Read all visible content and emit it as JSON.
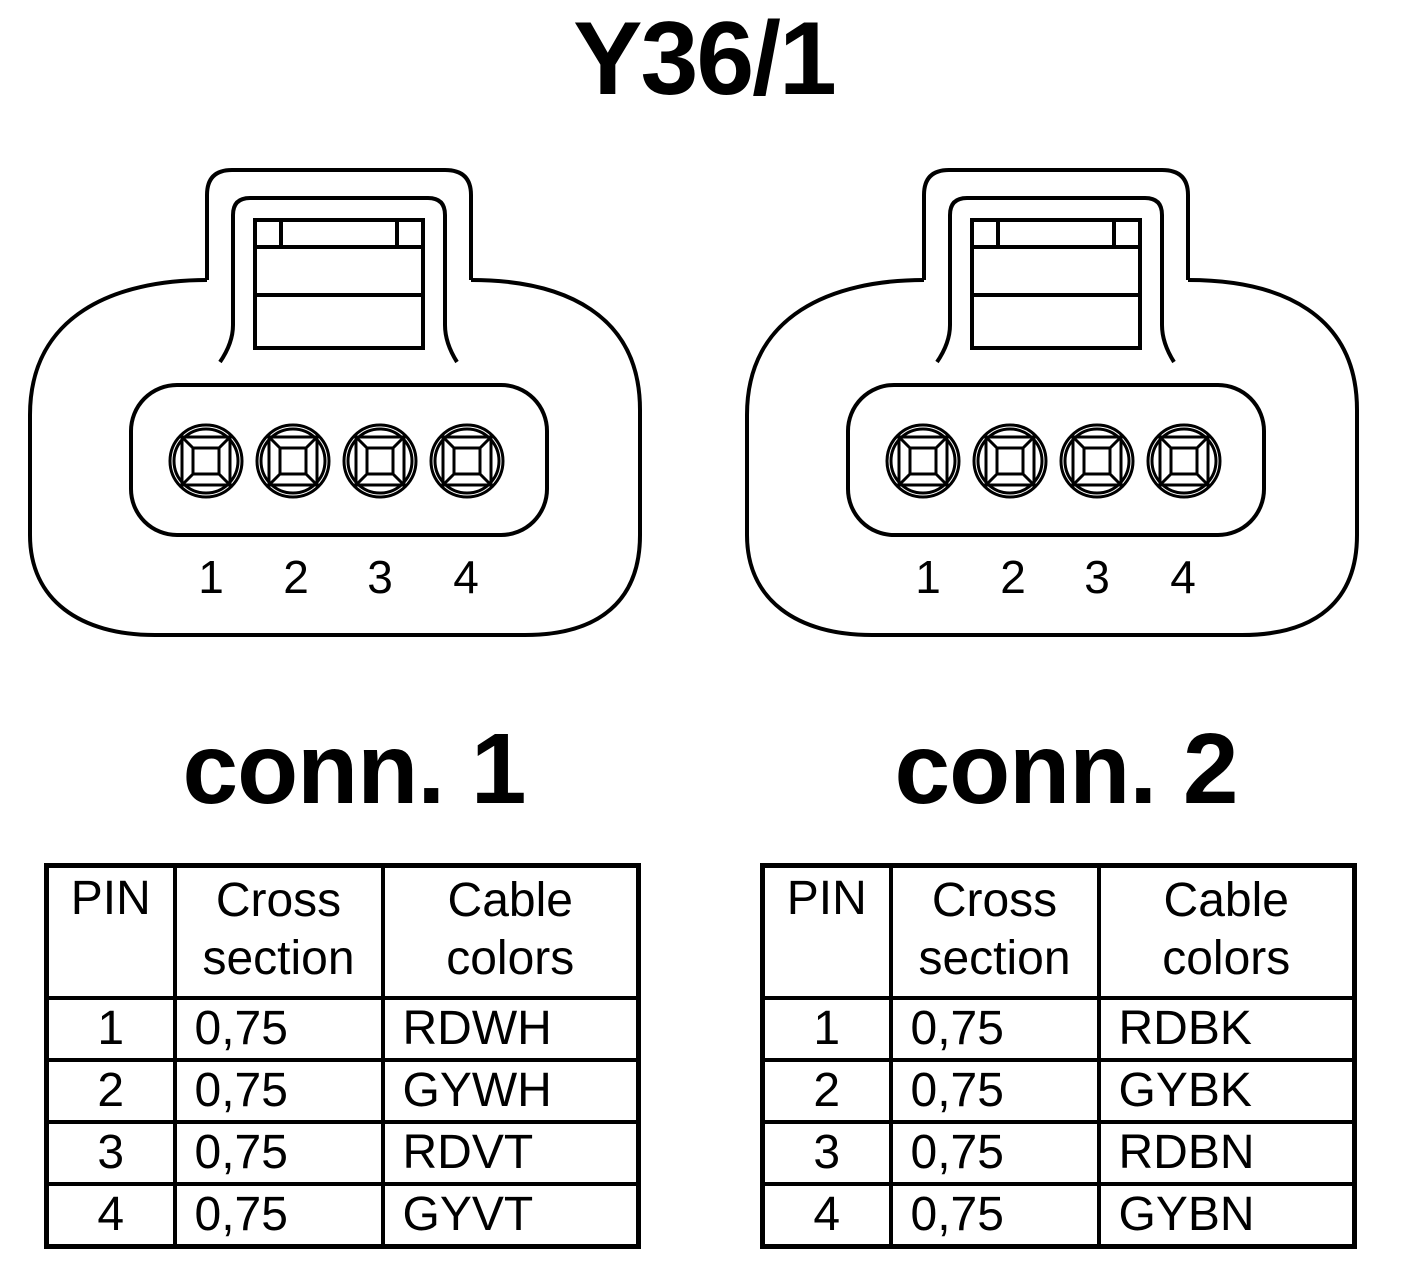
{
  "title": "Y36/1",
  "connectors": [
    {
      "label": "conn. 1",
      "pin_numbers": [
        "1",
        "2",
        "3",
        "4"
      ],
      "table": {
        "headers": {
          "pin": "PIN",
          "cross_section": [
            "Cross",
            "section"
          ],
          "cable_colors": [
            "Cable",
            "colors"
          ]
        },
        "rows": [
          {
            "pin": "1",
            "cross_section": "0,75",
            "color": "RDWH"
          },
          {
            "pin": "2",
            "cross_section": "0,75",
            "color": "GYWH"
          },
          {
            "pin": "3",
            "cross_section": "0,75",
            "color": "RDVT"
          },
          {
            "pin": "4",
            "cross_section": "0,75",
            "color": "GYVT"
          }
        ]
      }
    },
    {
      "label": "conn. 2",
      "pin_numbers": [
        "1",
        "2",
        "3",
        "4"
      ],
      "table": {
        "headers": {
          "pin": "PIN",
          "cross_section": [
            "Cross",
            "section"
          ],
          "cable_colors": [
            "Cable",
            "colors"
          ]
        },
        "rows": [
          {
            "pin": "1",
            "cross_section": "0,75",
            "color": "RDBK"
          },
          {
            "pin": "2",
            "cross_section": "0,75",
            "color": "GYBK"
          },
          {
            "pin": "3",
            "cross_section": "0,75",
            "color": "RDBN"
          },
          {
            "pin": "4",
            "cross_section": "0,75",
            "color": "GYBN"
          }
        ]
      }
    }
  ]
}
